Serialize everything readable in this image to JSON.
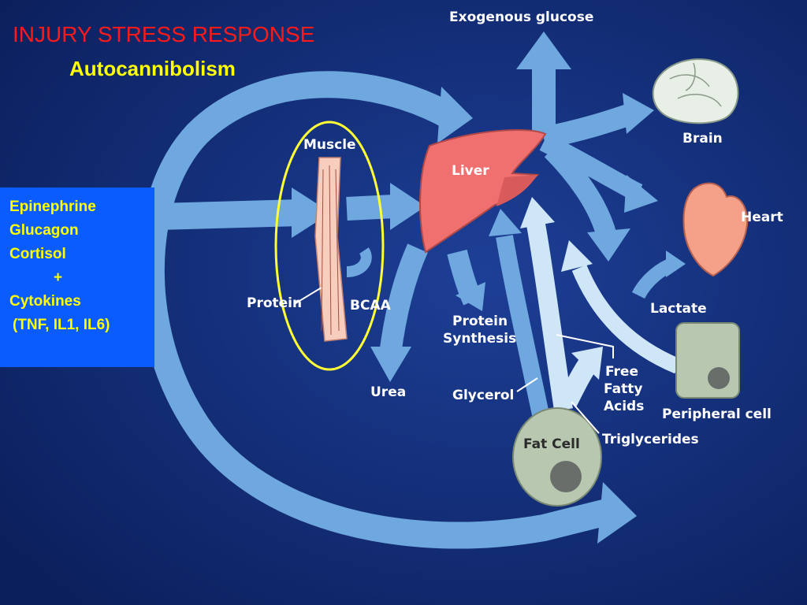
{
  "title": "INJURY STRESS RESPONSE",
  "subtitle": "Autocannibolism",
  "hormones": {
    "lines": [
      "Epinephrine",
      "Glucagon",
      "Cortisol",
      "+",
      "Cytokines",
      "(TNF, IL1, IL6)"
    ]
  },
  "labels": {
    "exogenous_glucose": "Exogenous glucose",
    "muscle": "Muscle",
    "liver": "Liver",
    "brain": "Brain",
    "heart": "Heart",
    "protein": "Protein",
    "bcaa": "BCAA",
    "protein_synthesis_1": "Protein",
    "protein_synthesis_2": "Synthesis",
    "lactate": "Lactate",
    "urea": "Urea",
    "glycerol": "Glycerol",
    "ffa_1": "Free",
    "ffa_2": "Fatty",
    "ffa_3": "Acids",
    "peripheral_cell": "Peripheral cell",
    "fat_cell": "Fat Cell",
    "triglycerides": "Triglycerides"
  },
  "colors": {
    "background": "#0f2a74",
    "arrow": "#7fb8ea",
    "arrow_light": "#cfe6f7",
    "liver": "#f07070",
    "title": "#ff1a1a",
    "subtitle": "#ffff00",
    "box": "#0a5cff",
    "ellipse": "#ffff33",
    "cell": "#b8c8b0"
  }
}
